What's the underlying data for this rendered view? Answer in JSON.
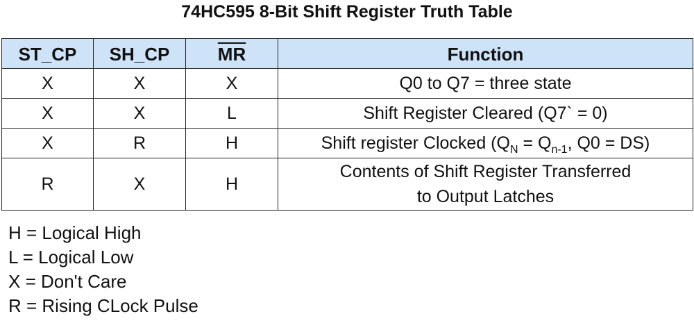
{
  "title": "74HC595 8-Bit Shift Register Truth Table",
  "headers": {
    "st_cp": "ST_CP",
    "sh_cp": "SH_CP",
    "mr": "MR",
    "function": "Function"
  },
  "rows": [
    {
      "st_cp": "X",
      "sh_cp": "X",
      "mr": "X",
      "function": "Q0 to Q7 = three state"
    },
    {
      "st_cp": "X",
      "sh_cp": "X",
      "mr": "L",
      "function": "Shift Register Cleared (Q7` = 0)"
    },
    {
      "st_cp": "X",
      "sh_cp": "R",
      "mr": "H",
      "function_parts": {
        "a": "Shift register Clocked (Q",
        "sub1": "N",
        "b": " = Q",
        "sub2": "n-1",
        "c": ", Q0 = DS)"
      }
    },
    {
      "st_cp": "R",
      "sh_cp": "X",
      "mr": "H",
      "function_lines": [
        "Contents of Shift Register Transferred",
        "to Output Latches"
      ]
    }
  ],
  "legend": [
    "H = Logical High",
    "L = Logical Low",
    "X = Don't Care",
    "R = Rising CLock Pulse"
  ],
  "colors": {
    "header_bg": "#cfe3f8",
    "border": "#222222"
  }
}
